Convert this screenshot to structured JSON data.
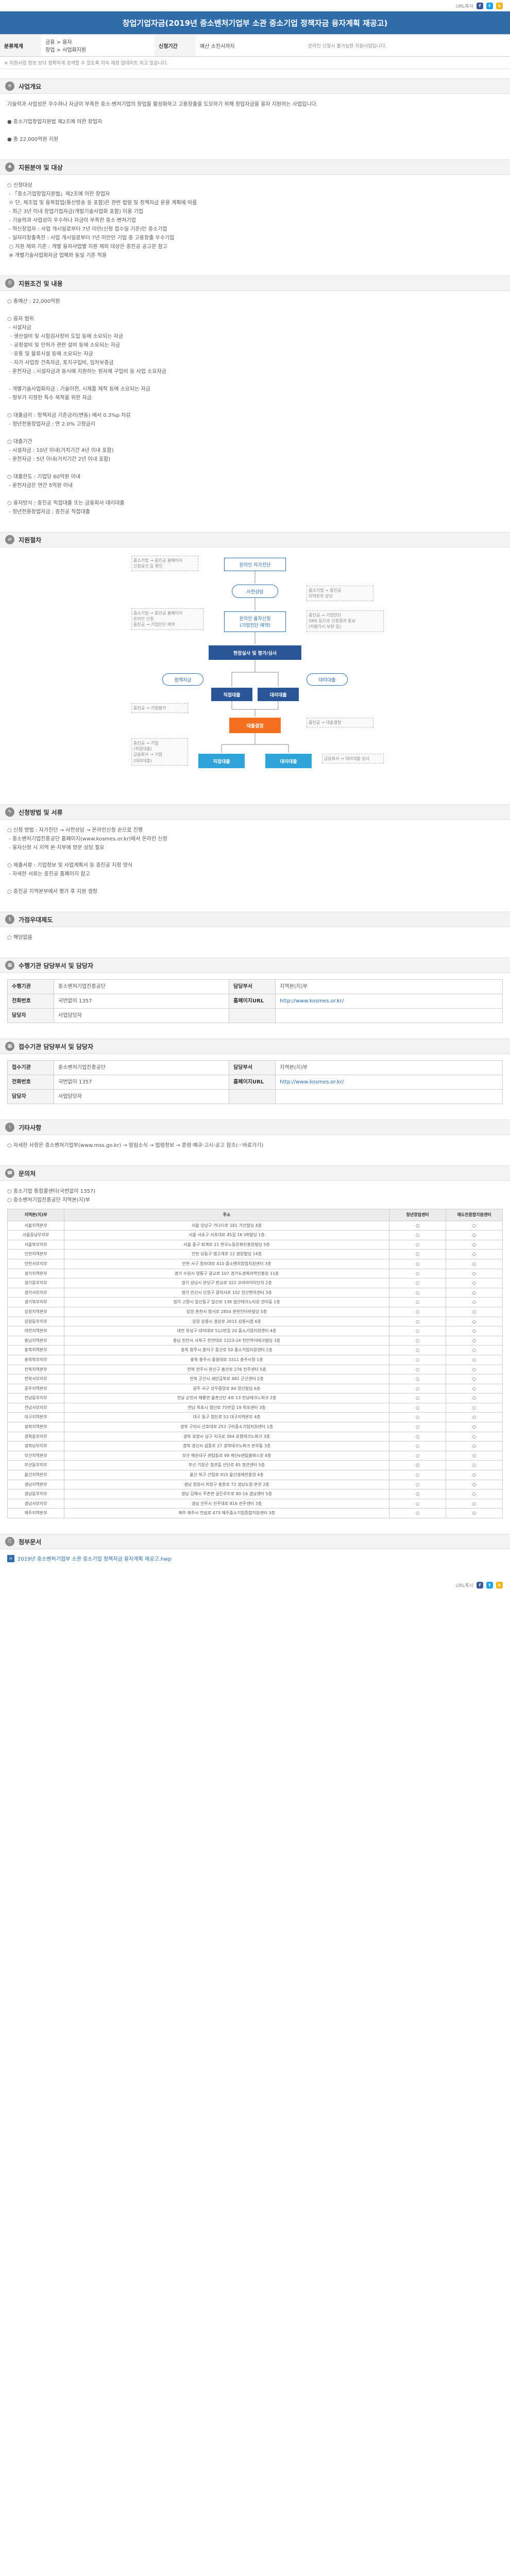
{
  "top": {
    "url_label": "URL복사",
    "share": [
      {
        "icon": "facebook-icon",
        "glyph": "f",
        "color": "#3b5998"
      },
      {
        "icon": "twitter-icon",
        "glyph": "t",
        "color": "#1da1f2"
      },
      {
        "icon": "kakao-icon",
        "glyph": "k",
        "color": "#f7b500"
      }
    ]
  },
  "title": "창업기업자금(2019년 중소벤처기업부 소관 중소기업 정책자금 융자계획 재공고)",
  "info": {
    "field_label": "분류체계",
    "field_values": [
      "금융 > 융자",
      "창업 > 사업화지원"
    ],
    "dept_label": "신청기간",
    "dept_value": "예산 소진시까지",
    "apply_note": "온라인 신청시 불가능한 지원사업입니다."
  },
  "notice": "※ 지원사업 정보 보다 정확하게 검색할 수 있도록 지속 재정 업데이트 하고 있습니다.",
  "sections": {
    "overview": {
      "icon": "document-icon",
      "title": "사업개요",
      "lines": [
        "기술력과 사업성은 우수하나 자금이 부족한 중소·벤처기업의 창업을 활성화하고 고용창출을 도모하기 위해 창업자금을 융자 지원하는 사업입니다.",
        "",
        "● 중소기업창업지원법 제2조에 의한 창업자",
        "",
        "● 총 22,000억원 지원"
      ]
    },
    "target": {
      "icon": "people-icon",
      "title": "지원분야 및 대상",
      "lines": [
        "○ 신청대상",
        " - 「중소기업창업지원법」제2조에 의한 창업자",
        " ㅇ 단, 제조업 및 융복합업(통신방송 등 포함)은 관련 법령 및 정책자금 운용 계획에 따름",
        " - 최근 3년 이내 창업기업자금(개발기술사업화 포함) 이용 기업",
        " - 기술력과 사업성이 우수하나 자금이 부족한 중소·벤처기업",
        " - 혁신창업자 : 사업 개시일로부터 7년 미만(신청 접수일 기준)인 중소기업",
        " - 일자리창출촉진 : 사업 개시일로부터 7년 미만인 기업 중 고용창출 우수기업",
        " ○ 지원 제외 기준 : 개별 융자사업별 지원 제외 대상은 중진공 공고문 참고",
        " ※ 개별기술사업화자금 업체와 동일 기준 적용"
      ]
    },
    "conditions": {
      "icon": "list-icon",
      "title": "지원조건 및 내용",
      "lines": [
        "○ 총예산 : 22,000억원",
        "",
        "○ 융자 범위",
        " - 시설자금",
        "  · 생산설비 및 시험검사장비 도입 등에 소요되는 자금",
        "  · 공정설비 및 인허가 관련 설비 등에 소요되는 자금",
        "  · 유통 및 물류시설 등에 소요되는 자금",
        "  · 자가 사업장 건축자금, 토지구입비, 임차보증금",
        " - 운전자금 : 시설자금과 동시에 지원하는 원자재 구입비 등 사업 소요자금",
        "",
        " - 개별기술사업화자금 : 기술이전, 시제품 제작 등에 소요되는 자금",
        " - 정부가 지정한 특수 목적을 위한 자금",
        "",
        "○ 대출금리 : 정책자금 기준금리(변동) 에서 0.3%p 차감",
        " - 청년전용창업자금 : 연 2.0% 고정금리",
        "",
        "○ 대출기간",
        " - 시설자금 : 10년 이내(거치기간 4년 이내 포함)",
        " - 운전자금 : 5년 이내(거치기간 2년 이내 포함)",
        "",
        "○ 대출한도 : 기업당 60억원 이내",
        " - 운전자금은 연간 5억원 이내",
        "",
        "○ 융자방식 : 중진공 직접대출 또는 금융회사 대리대출",
        " - 청년전용창업자금 : 중진공 직접대출"
      ]
    },
    "flow": {
      "icon": "flow-icon",
      "title": "지원절차"
    },
    "method": {
      "icon": "pen-icon",
      "title": "신청방법 및 서류",
      "lines": [
        "○ 신청 방법 : 자가진단 → 사전상담 → 온라인신청 순으로 진행",
        " - 중소벤처기업진흥공단 홈페이지(www.kosmes.or.kr)에서 온라인 신청",
        " - 융자신청 시 지역 본·지부에 방문 상담 필요",
        "",
        "○ 제출서류 : 기업정보 및 사업계획서 등 중진공 지정 양식",
        " - 자세한 서류는 중진공 홈페이지 참고",
        "",
        "○ 중진공 지역본부에서 평가 후 지원 결정"
      ]
    },
    "rules": {
      "icon": "law-icon",
      "title": "가점우대제도",
      "lines": [
        "○ 해당없음"
      ]
    },
    "org1": {
      "icon": "building-icon",
      "title": "수행기관 담당부서 및 담당자",
      "rows": [
        [
          {
            "k": "수행기관",
            "v": "중소벤처기업진흥공단"
          },
          {
            "k": "담당부서",
            "v": "지역본(지)부"
          }
        ],
        [
          {
            "k": "전화번호",
            "v": "국번없이 1357"
          },
          {
            "k": "홈페이지URL",
            "v": "http://www.kosmes.or.kr/"
          }
        ],
        [
          {
            "k": "담당자",
            "v": "사업담당자"
          },
          {
            "k": "",
            "v": ""
          }
        ]
      ]
    },
    "org2": {
      "icon": "building-icon",
      "title": "접수기관 담당부서 및 담당자",
      "rows": [
        [
          {
            "k": "접수기관",
            "v": "중소벤처기업진흥공단"
          },
          {
            "k": "담당부서",
            "v": "지역본(지)부"
          }
        ],
        [
          {
            "k": "전화번호",
            "v": "국번없이 1357"
          },
          {
            "k": "홈페이지URL",
            "v": "http://www.kosmes.or.kr/"
          }
        ],
        [
          {
            "k": "담당자",
            "v": "사업담당자"
          },
          {
            "k": "",
            "v": ""
          }
        ]
      ]
    },
    "etc": {
      "icon": "info-icon",
      "title": "기타사항",
      "lines": [
        "○ 자세한 사항은 중소벤처기업부(www.mss.go.kr) → 알림소식 → 법령정보 → 훈령·예규·고시·공고 참조(☞바로가기)"
      ]
    },
    "contact": {
      "icon": "phone-icon",
      "title": "문의처",
      "lines": [
        "○ 중소기업 통합콜센터(국번없이 1357)",
        "○ 중소벤처기업진흥공단 지역본(지)부"
      ],
      "table_head": [
        "지역본(지)부",
        "주소",
        "청년창업센터",
        "재도전종합지원센터"
      ],
      "table_rows": [
        [
          "서울지역본부",
          "서울 강남구 가나다로 181 가산빌딩 4층",
          "○",
          "○"
        ],
        [
          "서울동남부지부",
          "서울 서초구 서초대로 45길 16 VR빌딩 1층",
          "○",
          "○"
        ],
        [
          "서울북부지부",
          "서울 중구 퇴계로 21 한국노동문화진흥원빌딩 5층",
          "○",
          "○"
        ],
        [
          "인천지역본부",
          "인천 남동구 앵고개로 12 경원빌딩 14층",
          "○",
          "○"
        ],
        [
          "인천서부지부",
          "인천 서구 청라대로 410 중소벤처창업지원센터 3층",
          "○",
          "○"
        ],
        [
          "경기지역본부",
          "경기 수원시 영통구 광교로 107 경기도경제과학진흥원 11층",
          "○",
          "○"
        ],
        [
          "경기동부지부",
          "경기 성남시 분당구 판교로 322 코리아이티단지 2층",
          "○",
          "○"
        ],
        [
          "경기서부지부",
          "경기 안산시 단원구 광덕서로 102 안산벤처센터 3층",
          "○",
          "○"
        ],
        [
          "경기북부지부",
          "경기 고양시 일산동구 일산로 138 일산테크노타운 관리동 1층",
          "○",
          "○"
        ],
        [
          "강원지역본부",
          "강원 춘천시 영서로 2854 춘천인터뷰빌딩 5층",
          "○",
          "○"
        ],
        [
          "강원동부지부",
          "강원 강릉시 경강로 2015 강릉시청 6층",
          "○",
          "○"
        ],
        [
          "대전지역본부",
          "대전 유성구 대덕대로 512번길 20 중소기업지원센터 4층",
          "○",
          "○"
        ],
        [
          "충남지역본부",
          "충남 천안시 서북구 천안대로 1223-24 천안하이테크빌딩 3층",
          "○",
          "○"
        ],
        [
          "충북지역본부",
          "충북 청주시 흥덕구 풍산로 50 중소기업지원센터 2층",
          "○",
          "○"
        ],
        [
          "충북북부지부",
          "충북 충주시 중원대로 3311 충주시청 1층",
          "○",
          "○"
        ],
        [
          "전북지역본부",
          "전북 전주시 완산구 홍산로 276 전주센터 5층",
          "○",
          "○"
        ],
        [
          "전북서부지부",
          "전북 군산시 새만금북로 481 군산센터 2층",
          "○",
          "○"
        ],
        [
          "광주지역본부",
          "광주 서구 상무중앙로 84 영신빌딩 6층",
          "○",
          "○"
        ],
        [
          "전남동부지부",
          "전남 순천시 해룡면 율촌산단 4로 13 전남테크노파크 2층",
          "○",
          "○"
        ],
        [
          "전남서부지부",
          "전남 목포시 영산로 75번길 19 목포센터 3층",
          "○",
          "○"
        ],
        [
          "대구지역본부",
          "대구 동구 첨단로 53 대구지역본부 4층",
          "○",
          "○"
        ],
        [
          "경북지역본부",
          "경북 구미시 산호대로 253 구미중소기업지원센터 1층",
          "○",
          "○"
        ],
        [
          "경북동부지부",
          "경북 포항시 남구 지곡로 394 포항테크노파크 3층",
          "○",
          "○"
        ],
        [
          "경북남부지부",
          "경북 경산시 삼풍로 27 경북테크노파크 본부동 3층",
          "○",
          "○"
        ],
        [
          "부산지역본부",
          "부산 해운대구 센텀동로 99 벽산e센텀클래스원 4층",
          "○",
          "○"
        ],
        [
          "부산동부지부",
          "부산 기장군 정관읍 산단로 85 정관센터 5층",
          "○",
          "○"
        ],
        [
          "울산지역본부",
          "울산 북구 산업로 915 울산경제진흥원 4층",
          "○",
          "○"
        ],
        [
          "경남지역본부",
          "경남 창원시 의창구 충혼로 72 경남도청 본관 2층",
          "○",
          "○"
        ],
        [
          "경남동부지부",
          "경남 김해시 주촌면 골든루트로 80-16 경남센터 5층",
          "○",
          "○"
        ],
        [
          "경남서부지부",
          "경남 진주시 진주대로 816 진주센터 3층",
          "○",
          "○"
        ],
        [
          "제주지역본부",
          "제주 제주시 연삼로 473 제주중소기업종합지원센터 3층",
          "○",
          "○"
        ]
      ]
    },
    "files": {
      "icon": "attach-icon",
      "title": "첨부문서",
      "file": "2019년 중소벤처기업부 소관 중소기업 정책자금 융자계획 재공고.hwp"
    }
  },
  "flowchart": {
    "n1": "온라인 자가진단",
    "n2": "사전상담",
    "n3": "온라인 융자신청\n(기업진단 예약)",
    "n4": "현장실사 및 평가/심사",
    "n5a": "정책자금",
    "n5b": "직접대출",
    "n5c": "대리대출",
    "n6": "대출결정",
    "n7a": "직접대출",
    "n7b": "대리대출",
    "note1": "중소기업 → 중진공 홈페이지\n신청요건 등 확인",
    "note2": "중소기업 → 중진공\n지역본부 상담",
    "note3": "중소기업 → 중진공 홈페이지\n온라인 신청\n중진공 → 기업진단 예약",
    "note4": "중진공 → 기업진단\nSMS 등으로 신청결과 통보\n(저평가시 보완 등)",
    "note5": "중진공 → 기업평가",
    "note6": "중진공 → 대출결정",
    "note7": "중진공 → 기업\n(직접대출)\n금융회사 → 기업\n(대리대출)",
    "note8": "금융회사 → 대리대출 심사"
  },
  "bottom": {
    "url_label": "URL복사"
  }
}
